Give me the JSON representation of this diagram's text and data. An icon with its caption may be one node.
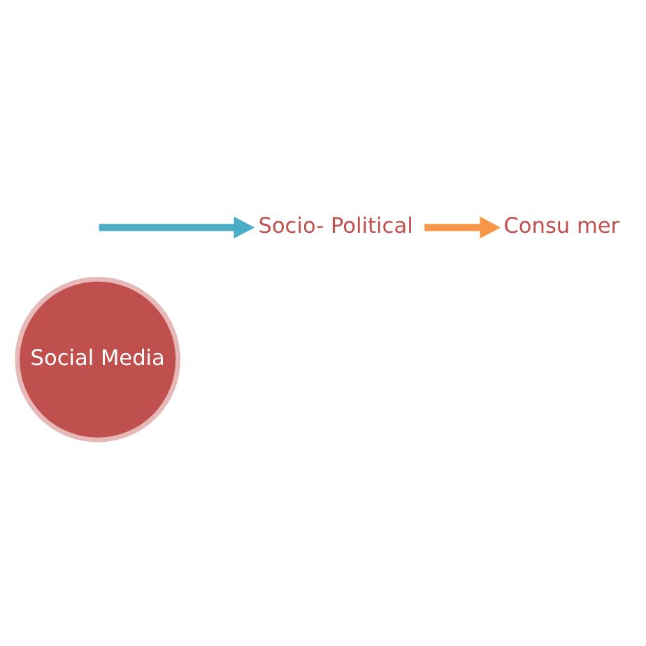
{
  "diagram": {
    "nodes": [
      {
        "text": [
          "Social Media"
        ]
      },
      {
        "text": [
          "Consu mer"
        ]
      },
      {
        "text": [
          "Socio- Political"
        ]
      }
    ],
    "edges": [
      {
        "from": null,
        "to": 2,
        "arrow": "to",
        "color": "#4bacc6"
      },
      {
        "from": 2,
        "to": 1,
        "arrow": "to",
        "color": "#f79646"
      }
    ]
  }
}
